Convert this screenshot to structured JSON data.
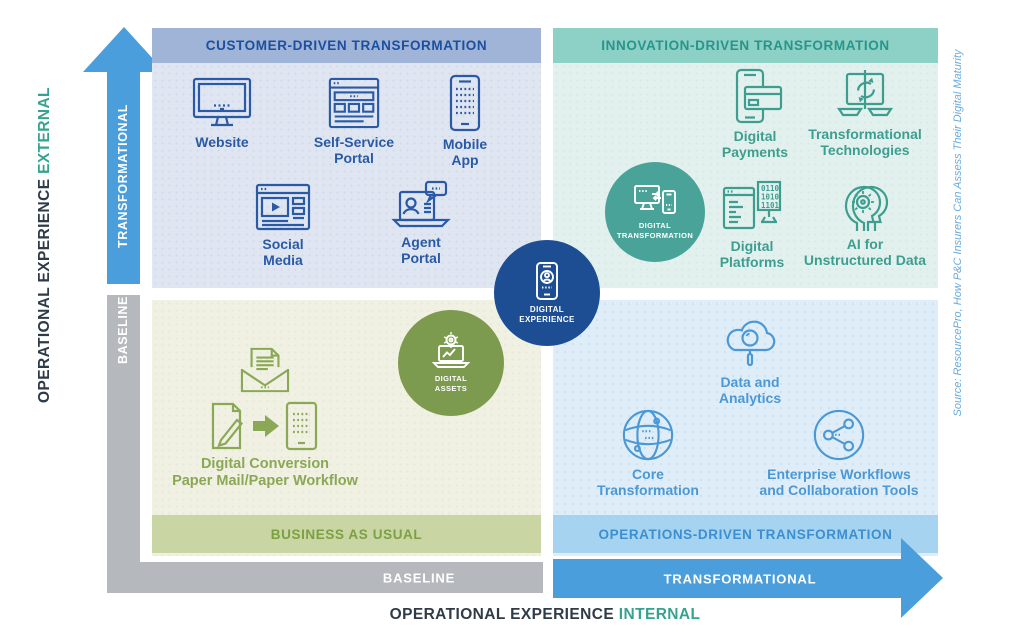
{
  "palette": {
    "arrow_blue": "#4a9edb",
    "bar_gray": "#b5b9be",
    "navy_circle": "#1d4e94",
    "teal_circle": "#4aa399",
    "olive_circle": "#7d9b4e",
    "tl_band": "#9fb4d7",
    "tl_bg": "#e0e6f1",
    "tl_ink": "#2a5aa6",
    "tl_band_ink": "#1c4f9e",
    "tr_band": "#8dd0c5",
    "tr_bg": "#e3f1ee",
    "tr_ink": "#3d9e90",
    "tr_band_ink": "#27958a",
    "bl_bg": "#f0f0e3",
    "bl_band": "#c9d6a3",
    "bl_ink": "#8aa855",
    "bl_band_ink": "#7ba041",
    "br_bg": "#deedf8",
    "br_band": "#a6d4f0",
    "br_ink": "#4b98d6",
    "br_band_ink": "#3b8fd1",
    "axis_ink": "#2f3b46",
    "axis_accent": "#36a390",
    "source_ink": "#69abde"
  },
  "axis_left": {
    "title": "OPERATIONAL EXPERIENCE",
    "title_accent": "EXTERNAL",
    "segment_top": "TRANSFORMATIONAL",
    "segment_bottom": "BASELINE"
  },
  "axis_bottom": {
    "title": "OPERATIONAL EXPERIENCE",
    "title_accent": "INTERNAL",
    "segment_left": "BASELINE",
    "segment_right": "TRANSFORMATIONAL"
  },
  "quadrants": {
    "customer": {
      "header": "CUSTOMER-DRIVEN TRANSFORMATION",
      "items": [
        {
          "label": "Website",
          "icon": "desktop-monitor-icon"
        },
        {
          "label": "Self-Service\nPortal",
          "icon": "browser-portal-icon"
        },
        {
          "label": "Mobile\nApp",
          "icon": "smartphone-icon"
        },
        {
          "label": "Social\nMedia",
          "icon": "social-browser-icon"
        },
        {
          "label": "Agent\nPortal",
          "icon": "agent-laptop-icon"
        }
      ]
    },
    "innovation": {
      "header": "INNOVATION-DRIVEN TRANSFORMATION",
      "items": [
        {
          "label": "Digital\nPayments",
          "icon": "phone-payment-icon"
        },
        {
          "label": "Transformational\nTechnologies",
          "icon": "laptop-sync-icon"
        },
        {
          "label": "Digital\nPlatforms",
          "icon": "code-binary-icon",
          "binary": [
            "0110",
            "1010",
            "1101"
          ]
        },
        {
          "label": "AI for\nUnstructured Data",
          "icon": "head-gear-icon"
        }
      ]
    },
    "business": {
      "footer": "BUSINESS AS USUAL",
      "items": [
        {
          "label": "Digital Conversion\nPaper Mail/Paper Workflow",
          "icon": "mail-and-paper-to-tablet-icons"
        }
      ]
    },
    "operations": {
      "footer": "OPERATIONS-DRIVEN TRANSFORMATION",
      "items": [
        {
          "label": "Data and\nAnalytics",
          "icon": "cloud-search-icon"
        },
        {
          "label": "Core\nTransformation",
          "icon": "globe-icon"
        },
        {
          "label": "Enterprise Workflows\nand Collaboration Tools",
          "icon": "share-network-icon"
        }
      ]
    }
  },
  "circles": {
    "digital_transformation": {
      "label": "DIGITAL\nTRANSFORMATION",
      "icon": "monitor-phone-icon"
    },
    "digital_experience": {
      "label": "DIGITAL\nEXPERIENCE",
      "icon": "phone-user-icon"
    },
    "digital_assets": {
      "label": "DIGITAL\nASSETS",
      "icon": "laptop-gear-icon"
    }
  },
  "source": {
    "text": "Source: ResourcePro, How P&C Insurers Can Assess Their Digital Maturity"
  }
}
